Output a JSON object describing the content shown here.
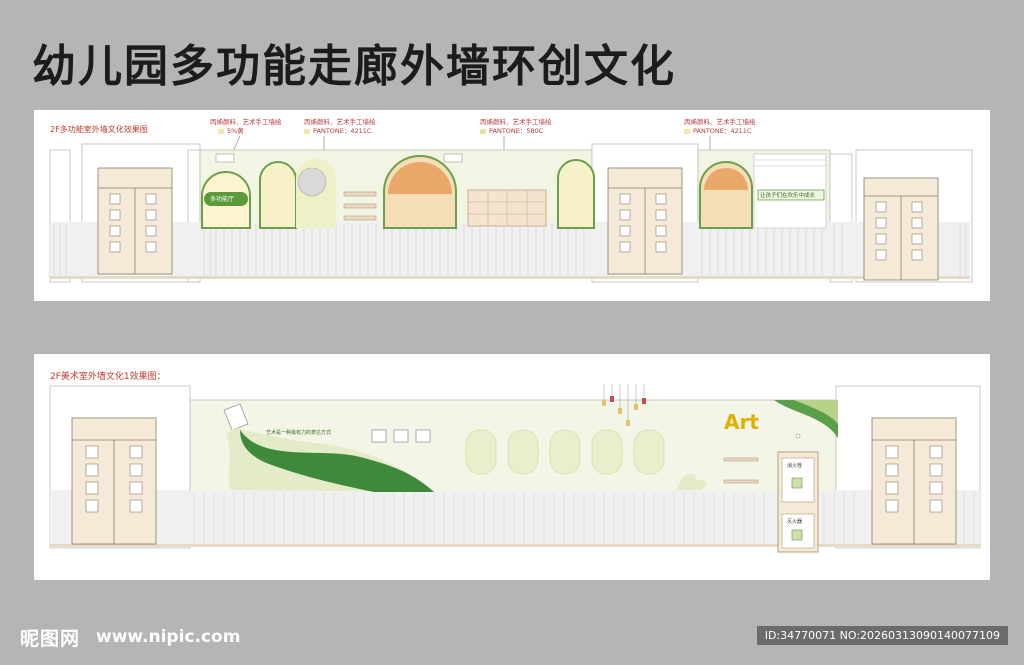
{
  "title": "幼儿园多功能走廊外墙环创文化",
  "panel1": {
    "heading": "2F多功能室外墙文化效果图",
    "notes": [
      {
        "line1": "丙烯颜料、艺术手工墙绘",
        "line2": "5%黄",
        "pantone": ""
      },
      {
        "line1": "丙烯颜料、艺术手工墙绘",
        "line2": "",
        "pantone": "PANTONE：4211C"
      },
      {
        "line1": "丙烯颜料、艺术手工墙绘",
        "line2": "",
        "pantone": "PANTONE：580C"
      },
      {
        "line1": "丙烯颜料、艺术手工墙绘",
        "line2": "",
        "pantone": "PANTONE：4211C"
      }
    ],
    "sign_left": "多功能厅",
    "sign_right": "让孩子们在欢乐中成长"
  },
  "panel2": {
    "heading": "2F美术室外墙文化1效果图：",
    "slogan": "艺术是一种最有力的表达方式",
    "art_label": "Art",
    "fire_box_top": "消火栓",
    "fire_box_bottom": "灭火器"
  },
  "footer": {
    "logo": "昵图网",
    "url": "www.nipic.com",
    "id_text": "ID:34770071 NO:20260313090140077109"
  },
  "colors": {
    "background": "#b5b5b5",
    "wall_green": "#e4ebc8",
    "accent_green": "#5a9a3a",
    "arch_orange": "#e8a86a",
    "door": "#f5ead8"
  }
}
